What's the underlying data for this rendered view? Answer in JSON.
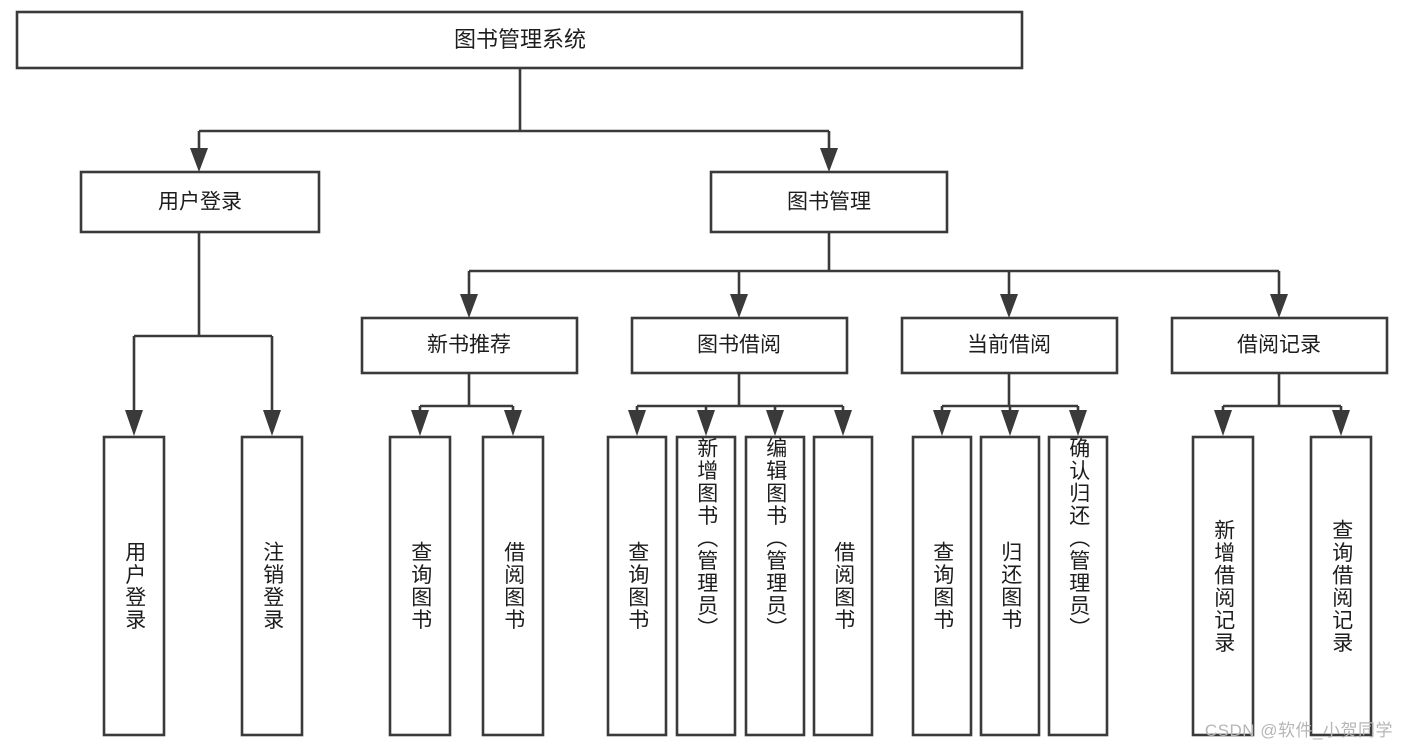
{
  "diagram": {
    "type": "tree",
    "title": "图书管理系统",
    "watermark": "CSDN @软件_小贺同学",
    "colors": {
      "stroke": "#3a3a3a",
      "fill": "#ffffff",
      "text": "#1d1d1d",
      "watermark": "#b6b6b6",
      "background": "#ffffff"
    },
    "root": {
      "label": "图书管理系统"
    },
    "level1": [
      {
        "label": "用户登录"
      },
      {
        "label": "图书管理"
      }
    ],
    "level2": [
      {
        "label": "新书推荐"
      },
      {
        "label": "图书借阅"
      },
      {
        "label": "当前借阅"
      },
      {
        "label": "借阅记录"
      }
    ],
    "leaves": {
      "user_login": [
        {
          "label": "用户登录"
        },
        {
          "label": "注销登录"
        }
      ],
      "new_book": [
        {
          "label": "查询图书"
        },
        {
          "label": "借阅图书"
        }
      ],
      "book_borrow": [
        {
          "label": "查询图书"
        },
        {
          "label": "新增图书（管理员）"
        },
        {
          "label": "编辑图书（管理员）"
        },
        {
          "label": "借阅图书"
        }
      ],
      "current_borrow": [
        {
          "label": "查询图书"
        },
        {
          "label": "归还图书"
        },
        {
          "label": "确认归还（管理员）"
        }
      ],
      "borrow_record": [
        {
          "label": "新增借阅记录"
        },
        {
          "label": "查询借阅记录"
        }
      ]
    }
  }
}
